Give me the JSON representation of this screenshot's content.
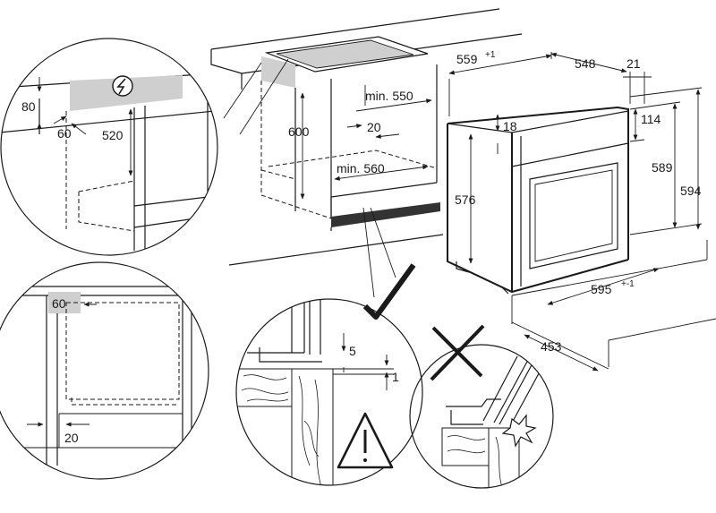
{
  "dims": {
    "d80": "80",
    "d60_top": "60",
    "d520": "520",
    "d600": "600",
    "min550": "min. 550",
    "d20_mid": "20",
    "min560": "min. 560",
    "d576": "576",
    "d559": "559",
    "d559_tol": "+1",
    "d548": "548",
    "d21": "21",
    "d18": "18",
    "d114": "114",
    "d589": "589",
    "d594": "594",
    "d595": "595",
    "d595_tol": "+-1",
    "d453": "453",
    "d5": "5",
    "d1": "1",
    "d60_box": "60",
    "d20_bot": "20"
  },
  "icons": [
    "electric-shock-icon",
    "checkmark-icon",
    "cross-icon",
    "warning-icon",
    "impact-burst-icon"
  ]
}
